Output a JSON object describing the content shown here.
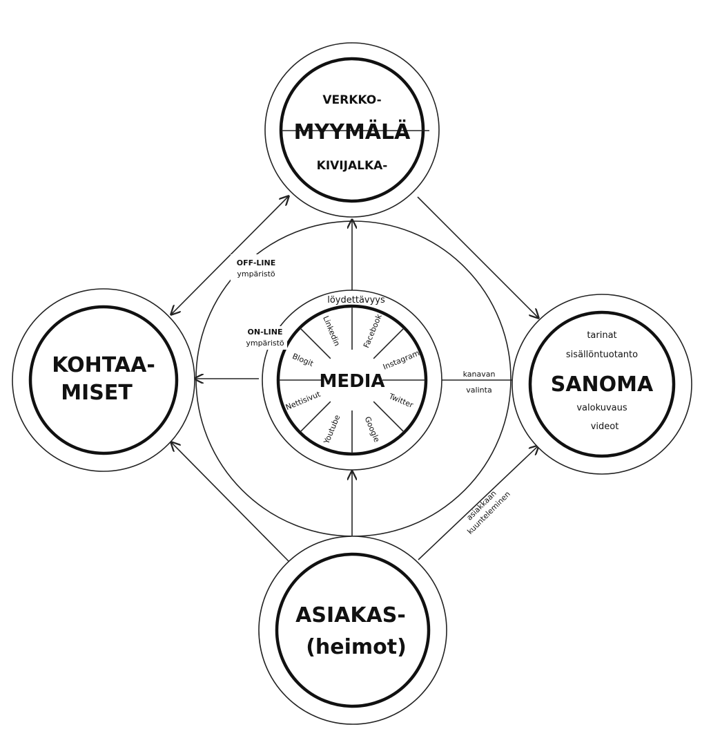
{
  "nodes": {
    "top": {
      "line1": "VERKKO-",
      "line2": "MYYMÄLÄ",
      "line3": "KIVIJALKA-"
    },
    "left": {
      "line1": "KOHTAA-",
      "line2": "MISET"
    },
    "right": {
      "items_top": [
        "tarinat",
        "sisällöntuotanto"
      ],
      "title": "SANOMA",
      "items_bottom": [
        "valokuvaus",
        "videot"
      ]
    },
    "bottom": {
      "line1": "ASIAKAS-",
      "line2": "(heimot)"
    }
  },
  "center": {
    "title": "MEDIA",
    "ring_label": "löydettävyys",
    "segments": [
      "Facebook",
      "Instagram",
      "Twitter",
      "Google",
      "Youtube",
      "Nettisivut",
      "Blogit",
      "Linkedin"
    ]
  },
  "labels": {
    "offline_title": "OFF-LINE",
    "offline_sub": "ympäristö",
    "online_title": "ON-LINE",
    "online_sub": "ympäristö",
    "channel_1": "kanavan",
    "channel_2": "valinta",
    "listen_1": "asiakkaan",
    "listen_2": "kuunteleminen"
  },
  "colors": {
    "ink": "#111111",
    "background": "#ffffff"
  }
}
